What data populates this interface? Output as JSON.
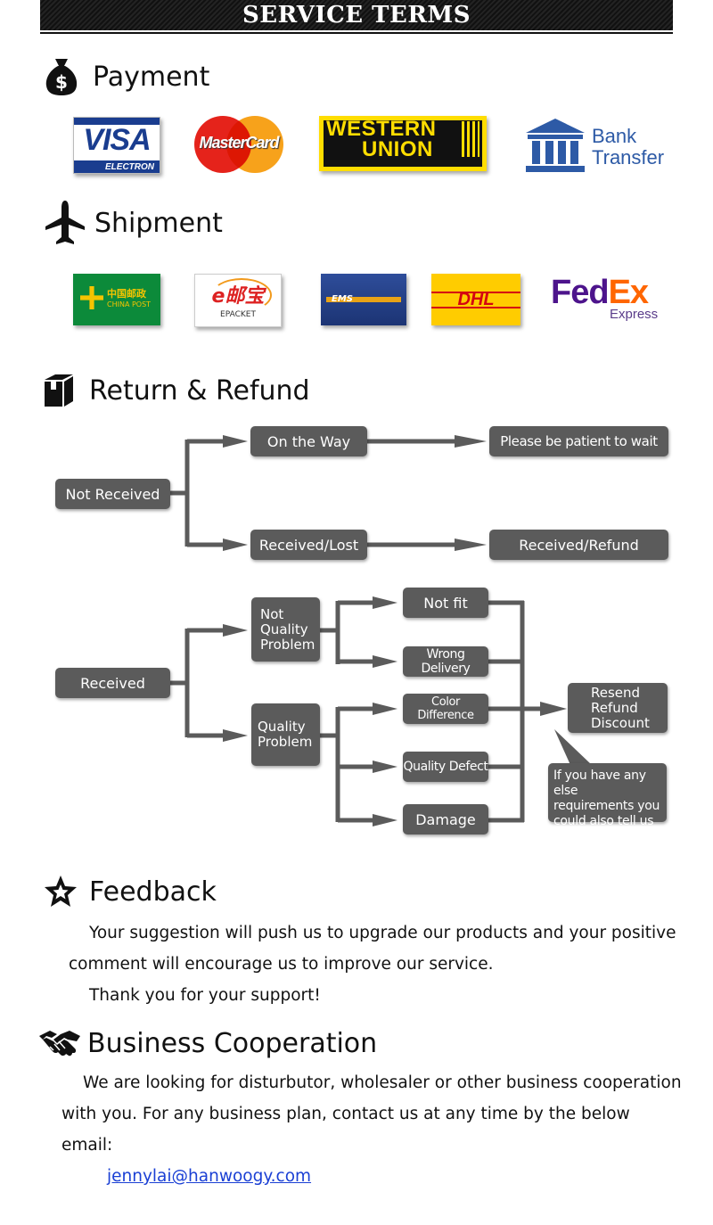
{
  "header": {
    "title": "SERVICE TERMS"
  },
  "sections": {
    "payment": {
      "title": "Payment"
    },
    "shipment": {
      "title": "Shipment"
    },
    "return_refund": {
      "title": "Return & Refund"
    },
    "feedback": {
      "title": "Feedback"
    },
    "business": {
      "title": "Business Cooperation"
    }
  },
  "payment_logos": {
    "visa": {
      "main": "VISA",
      "sub": "ELECTRON",
      "color": "#1a3d8f"
    },
    "mastercard": {
      "text": "MasterCard",
      "colors": [
        "#e5231b",
        "#f7a21b"
      ]
    },
    "western_union": {
      "line1": "WESTERN",
      "line2": "UNION",
      "colors": [
        "#ffdd00",
        "#111111"
      ]
    },
    "bank_transfer": {
      "line1": "Bank",
      "line2": "Transfer",
      "icon": "bank-building-icon",
      "color": "#2d5aa6"
    }
  },
  "shipment_logos": {
    "china_post": {
      "line1": "中国邮政",
      "line2": "CHINA POST",
      "color": "#0c8a3a"
    },
    "epacket": {
      "line1": "e邮宝",
      "line2": "EPACKET"
    },
    "ems": {
      "text": "EMS"
    },
    "dhl": {
      "text": "DHL",
      "colors": [
        "#ffcc00",
        "#d40511"
      ]
    },
    "fedex": {
      "fed": "Fed",
      "ex": "Ex",
      "sub": "Express",
      "colors": [
        "#4d148c",
        "#ff6600"
      ]
    }
  },
  "flow": {
    "not_received": "Not Received",
    "on_the_way": "On the Way",
    "please_wait": "Please be patient to wait",
    "received_lost": "Received/Lost",
    "received_refund": "Received/Refund",
    "received": "Received",
    "not_quality": [
      "Not",
      "Quality",
      "Problem"
    ],
    "quality": [
      "Quality",
      "Problem"
    ],
    "not_fit": "Not fit",
    "wrong_delivery": "Wrong Delivery",
    "color_difference": "Color Difference",
    "quality_defect": "Quality Defect",
    "damage": "Damage",
    "resend": [
      "Resend",
      "Refund",
      "Discount"
    ],
    "tip": [
      "If you have any else",
      "requirements you",
      "could also tell us"
    ],
    "node_color": "#5b5b5b"
  },
  "feedback": {
    "line1": "Your suggestion will push us to upgrade our products and your positive",
    "line2": "comment will encourage us to improve our service.",
    "line3": "Thank you for your support!"
  },
  "business": {
    "line1": "We are looking for disturbutor, wholesaler or other business cooperation",
    "line2": "with you. For any business plan, contact us at any time by the below",
    "line3": "email:",
    "email": "jennylai@hanwoogy.com"
  }
}
